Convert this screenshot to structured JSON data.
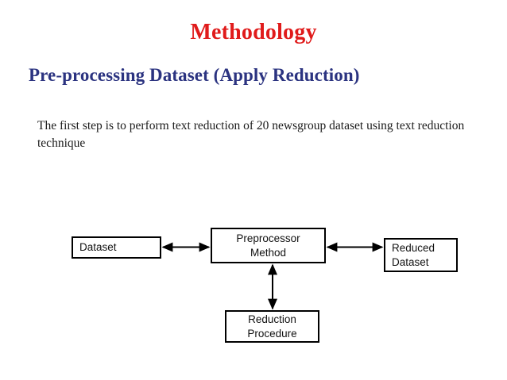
{
  "slide": {
    "title": "Methodology",
    "title_color": "#e01b1b",
    "subtitle": "Pre-processing Dataset (Apply Reduction)",
    "subtitle_color": "#2b3380",
    "body_text": "The first step is to perform text reduction of 20 newsgroup dataset using text reduction technique",
    "background_color": "#ffffff"
  },
  "diagram": {
    "type": "flow-diagram",
    "line_color": "#000000",
    "nodes": [
      {
        "id": "dataset",
        "label": "Dataset",
        "lines": [
          "Dataset"
        ],
        "align": "left"
      },
      {
        "id": "preprocessor",
        "label": "Preprocessor Method",
        "lines": [
          "Preprocessor",
          "Method"
        ],
        "align": "center"
      },
      {
        "id": "reduced",
        "label": "Reduced Dataset",
        "lines": [
          "Reduced",
          "Dataset"
        ],
        "align": "left"
      },
      {
        "id": "reduction",
        "label": "Reduction Procedure",
        "lines": [
          "Reduction",
          "Procedure"
        ],
        "align": "center"
      }
    ],
    "connectors": [
      {
        "from": "dataset",
        "to": "preprocessor",
        "style": "double-arrow",
        "orientation": "horizontal"
      },
      {
        "from": "preprocessor",
        "to": "reduced",
        "style": "double-arrow",
        "orientation": "horizontal"
      },
      {
        "from": "reduction",
        "to": "preprocessor",
        "style": "double-arrow",
        "orientation": "vertical"
      }
    ]
  }
}
